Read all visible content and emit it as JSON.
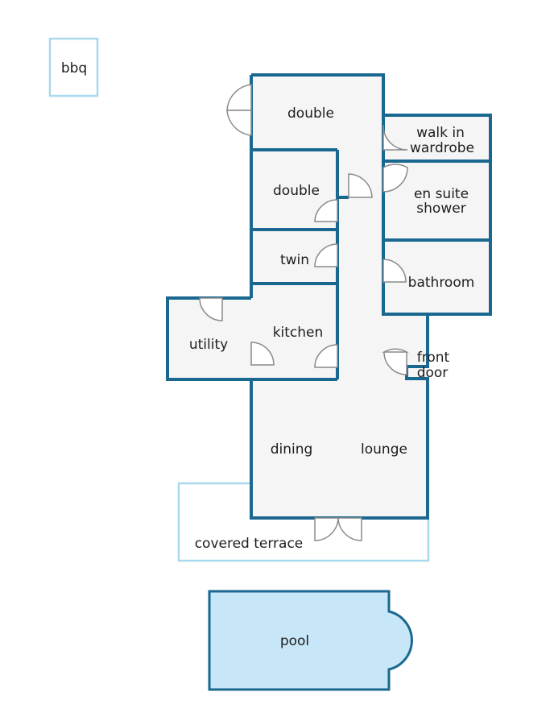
{
  "labels": {
    "bbq": "bbq",
    "double_top": "double",
    "walk_in_1": "walk in",
    "walk_in_2": "wardrobe",
    "double_mid": "double",
    "en_suite_1": "en suite",
    "en_suite_2": "shower",
    "twin": "twin",
    "bathroom": "bathroom",
    "utility": "utility",
    "kitchen": "kitchen",
    "front_door_1": "front",
    "front_door_2": "door",
    "dining": "dining",
    "lounge": "lounge",
    "covered_terrace": "covered terrace",
    "pool": "pool"
  },
  "colors": {
    "wall": "#1a6890",
    "floor": "#f5f5f5",
    "outdoor_outline": "#a9d9ee",
    "pool_water": "#c7e6f8",
    "door_swing": "#8a8a8a"
  }
}
